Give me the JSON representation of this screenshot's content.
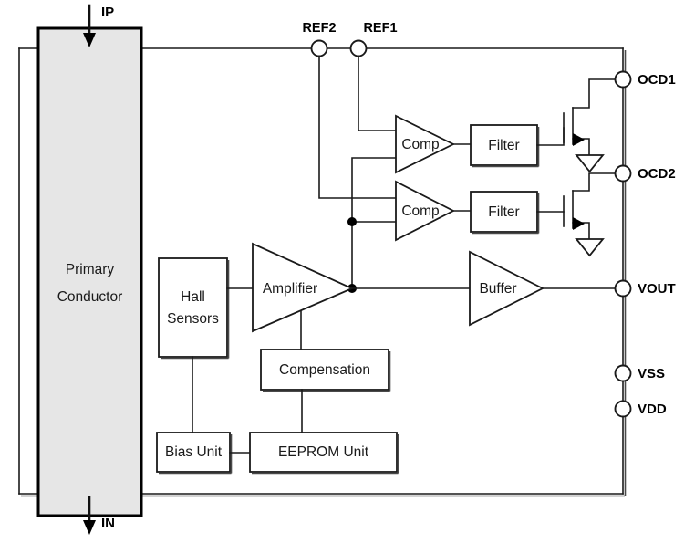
{
  "diagram": {
    "title": "Hall-effect current sensor functional block diagram",
    "colors": {
      "line": "#1a1a1a",
      "conductor_fill": "#e6e6e6",
      "background": "#ffffff",
      "junction": "#000000"
    },
    "current_flow": {
      "input_label": "IP",
      "output_label": "IN"
    },
    "conductor": {
      "line1": "Primary",
      "line2": "Conductor"
    },
    "blocks": [
      {
        "id": "hall",
        "line1": "Hall",
        "line2": "Sensors"
      },
      {
        "id": "amplifier",
        "label": "Amplifier"
      },
      {
        "id": "compensation",
        "label": "Compensation"
      },
      {
        "id": "bias",
        "label": "Bias Unit"
      },
      {
        "id": "eeprom",
        "label": "EEPROM Unit"
      },
      {
        "id": "comp1",
        "label": "Comp"
      },
      {
        "id": "comp2",
        "label": "Comp"
      },
      {
        "id": "filter1",
        "label": "Filter"
      },
      {
        "id": "filter2",
        "label": "Filter"
      },
      {
        "id": "buffer",
        "label": "Buffer"
      }
    ],
    "reference_pins": [
      {
        "id": "ref2",
        "label": "REF2"
      },
      {
        "id": "ref1",
        "label": "REF1"
      }
    ],
    "output_pins": [
      {
        "id": "ocd1",
        "label": "OCD1"
      },
      {
        "id": "ocd2",
        "label": "OCD2"
      },
      {
        "id": "vout",
        "label": "VOUT"
      },
      {
        "id": "vss",
        "label": "VSS"
      },
      {
        "id": "vdd",
        "label": "VDD"
      }
    ]
  }
}
